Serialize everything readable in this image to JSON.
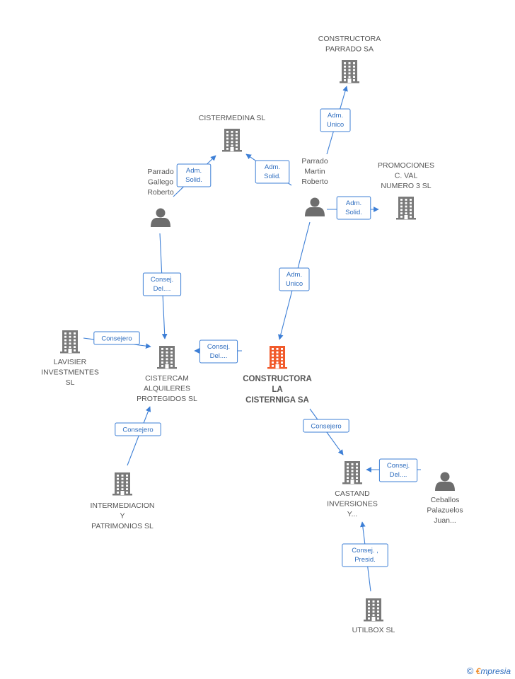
{
  "colors": {
    "main_building": "#f15a2b",
    "building": "#7a7a7a",
    "person": "#6d6d6d",
    "edge": "#3d7fd6",
    "edge_text": "#2e6dbf"
  },
  "nodes": [
    {
      "id": "constructora-parrado",
      "kind": "company",
      "icon": "building-icon",
      "lines": [
        "CONSTRUCTORA",
        "PARRADO SA"
      ]
    },
    {
      "id": "cistermedina",
      "kind": "company",
      "icon": "building-icon",
      "lines": [
        "CISTERMEDINA SL"
      ]
    },
    {
      "id": "parrado-martin",
      "kind": "person",
      "icon": "person-icon",
      "lines": [
        "Parrado",
        "Martin",
        "Roberto"
      ]
    },
    {
      "id": "parrado-gallego",
      "kind": "person",
      "icon": "person-icon",
      "lines": [
        "Parrado",
        "Gallego",
        "Roberto"
      ]
    },
    {
      "id": "promociones-val",
      "kind": "company",
      "icon": "building-icon",
      "lines": [
        "PROMOCIONES",
        "C. VAL",
        "NUMERO 3 SL"
      ]
    },
    {
      "id": "constructora-la-cisterniga",
      "kind": "main",
      "icon": "building-icon",
      "lines": [
        "CONSTRUCTORA",
        "LA",
        "CISTERNIGA SA"
      ]
    },
    {
      "id": "cistercam",
      "kind": "company",
      "icon": "building-icon",
      "lines": [
        "CISTERCAM",
        "ALQUILERES",
        "PROTEGIDOS SL"
      ]
    },
    {
      "id": "lavisier",
      "kind": "company",
      "icon": "building-icon",
      "lines": [
        "LAVISIER",
        "INVESTMENTES",
        "SL"
      ]
    },
    {
      "id": "intermediacion",
      "kind": "company",
      "icon": "building-icon",
      "lines": [
        "INTERMEDIACION",
        "Y",
        "PATRIMONIOS SL"
      ]
    },
    {
      "id": "castand",
      "kind": "company",
      "icon": "building-icon",
      "lines": [
        "CASTAND",
        "INVERSIONES",
        "Y..."
      ]
    },
    {
      "id": "ceballos",
      "kind": "person",
      "icon": "person-icon",
      "lines": [
        "Ceballos",
        "Palazuelos",
        "Juan..."
      ]
    },
    {
      "id": "utilbox",
      "kind": "company",
      "icon": "building-icon",
      "lines": [
        "UTILBOX SL"
      ]
    }
  ],
  "edges": [
    {
      "from": "parrado-martin",
      "to": "constructora-parrado",
      "lines": [
        "Adm.",
        "Unico"
      ]
    },
    {
      "from": "parrado-martin",
      "to": "cistermedina",
      "lines": [
        "Adm.",
        "Solid."
      ]
    },
    {
      "from": "parrado-gallego",
      "to": "cistermedina",
      "lines": [
        "Adm.",
        "Solid."
      ]
    },
    {
      "from": "parrado-martin",
      "to": "promociones-val",
      "lines": [
        "Adm.",
        "Solid."
      ]
    },
    {
      "from": "parrado-martin",
      "to": "constructora-la-cisterniga",
      "lines": [
        "Adm.",
        "Unico"
      ]
    },
    {
      "from": "parrado-gallego",
      "to": "cistercam",
      "lines": [
        "Consej.",
        "Del...."
      ]
    },
    {
      "from": "constructora-la-cisterniga",
      "to": "cistercam",
      "lines": [
        "Consej.",
        "Del...."
      ]
    },
    {
      "from": "lavisier",
      "to": "cistercam",
      "lines": [
        "Consejero"
      ]
    },
    {
      "from": "intermediacion",
      "to": "cistercam",
      "lines": [
        "Consejero"
      ]
    },
    {
      "from": "constructora-la-cisterniga",
      "to": "castand",
      "lines": [
        "Consejero"
      ]
    },
    {
      "from": "ceballos",
      "to": "castand",
      "lines": [
        "Consej.",
        "Del...."
      ]
    },
    {
      "from": "utilbox",
      "to": "castand",
      "lines": [
        "Consej. ,",
        "Presid."
      ]
    }
  ],
  "footer": {
    "copyright": "©",
    "brand_first": "€",
    "brand_rest": "mpresia"
  }
}
